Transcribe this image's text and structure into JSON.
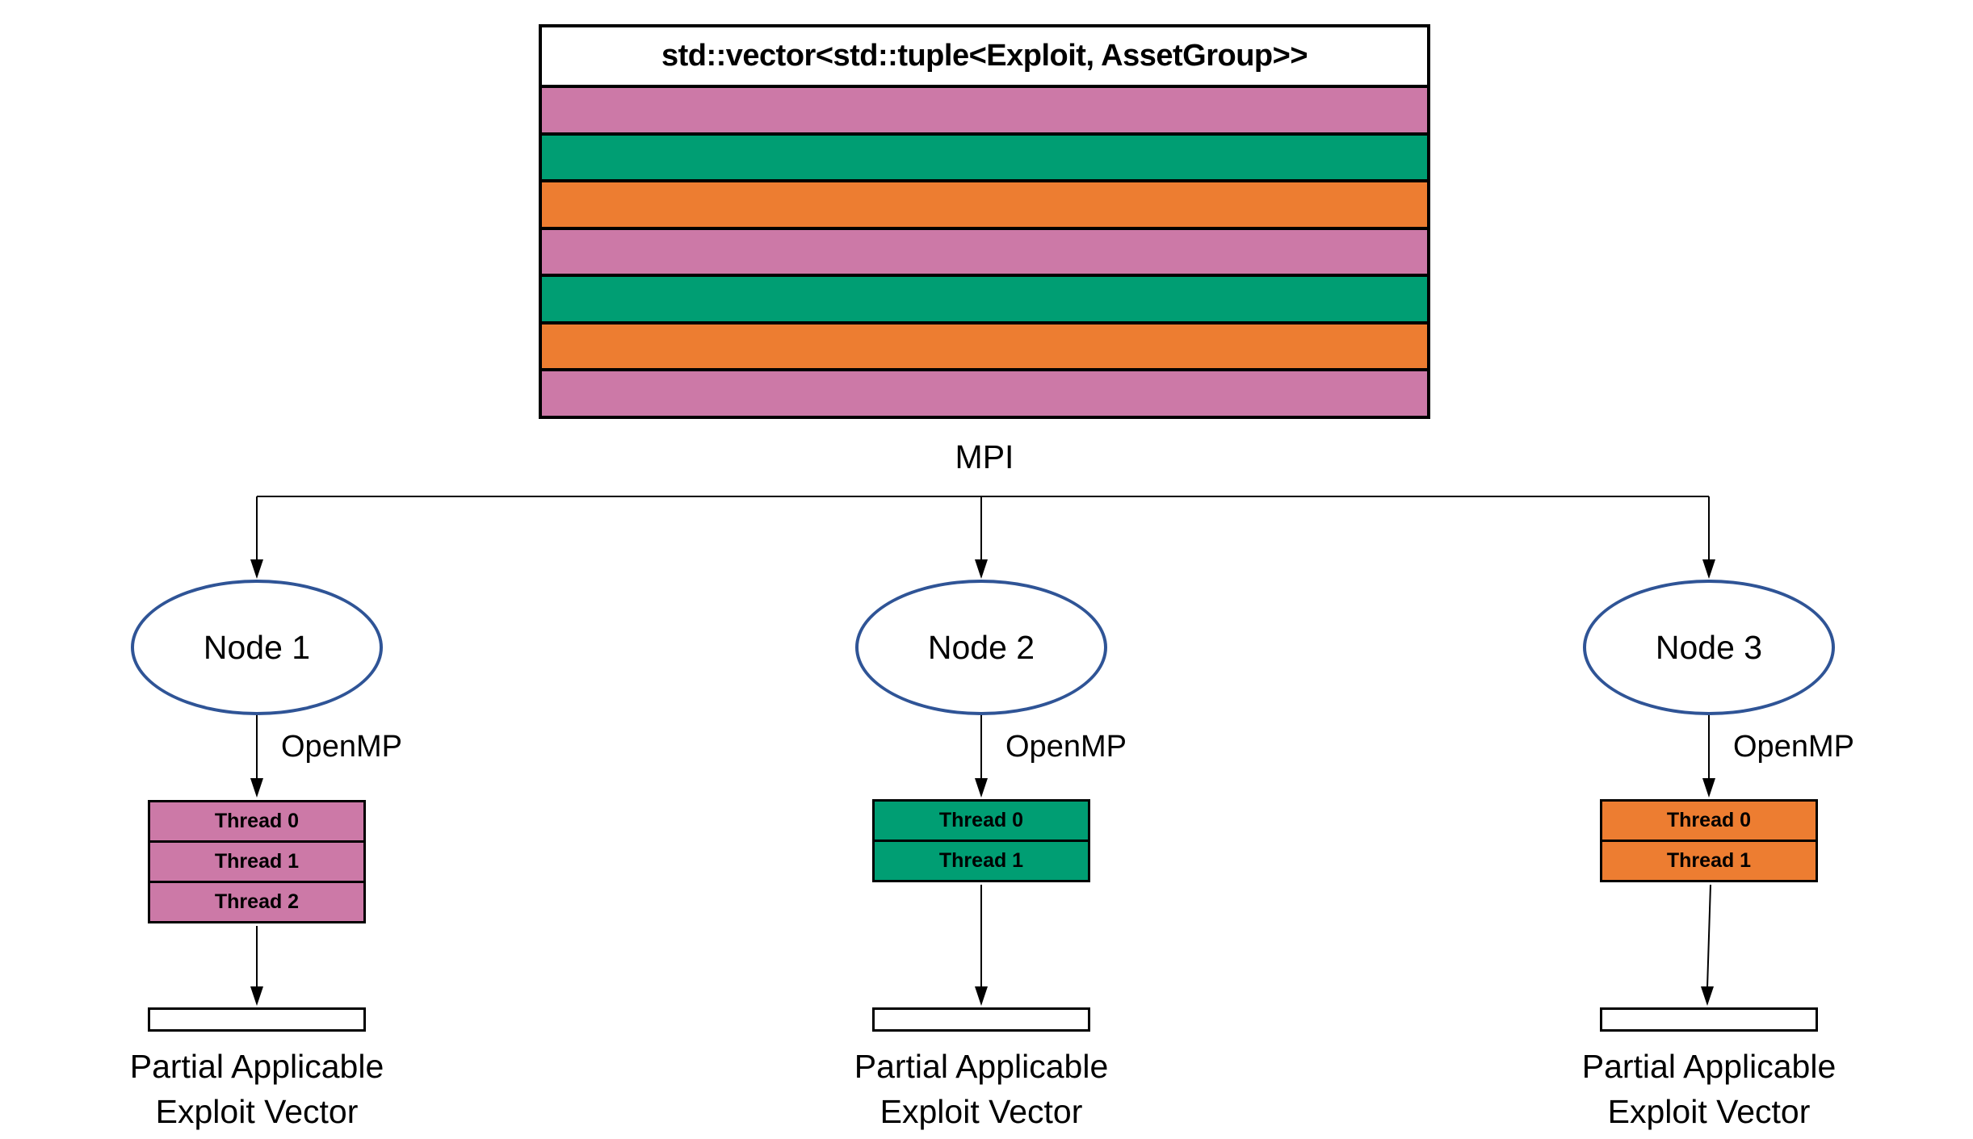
{
  "diagram": {
    "vector_box": {
      "title": "std::vector<std::tuple<Exploit, AssetGroup>>",
      "stripes": [
        {
          "color": "#CC79A7"
        },
        {
          "color": "#009E73"
        },
        {
          "color": "#ED7D31"
        },
        {
          "color": "#CC79A7"
        },
        {
          "color": "#009E73"
        },
        {
          "color": "#ED7D31"
        },
        {
          "color": "#CC79A7"
        }
      ]
    },
    "mpi_label": "MPI",
    "colors": {
      "node_outline": "#2F5496",
      "line": "#000000",
      "pink": "#CC79A7",
      "green": "#009E73",
      "orange": "#ED7D31"
    },
    "nodes": [
      {
        "label": "Node 1",
        "openmp_label": "OpenMP",
        "color": "#CC79A7",
        "threads": [
          {
            "label": "Thread 0"
          },
          {
            "label": "Thread 1"
          },
          {
            "label": "Thread 2"
          }
        ],
        "output_line1": "Partial Applicable",
        "output_line2": "Exploit Vector"
      },
      {
        "label": "Node 2",
        "openmp_label": "OpenMP",
        "color": "#009E73",
        "threads": [
          {
            "label": "Thread 0"
          },
          {
            "label": "Thread 1"
          }
        ],
        "output_line1": "Partial Applicable",
        "output_line2": "Exploit Vector"
      },
      {
        "label": "Node 3",
        "openmp_label": "OpenMP",
        "color": "#ED7D31",
        "threads": [
          {
            "label": "Thread 0"
          },
          {
            "label": "Thread 1"
          }
        ],
        "output_line1": "Partial Applicable",
        "output_line2": "Exploit Vector"
      }
    ]
  }
}
